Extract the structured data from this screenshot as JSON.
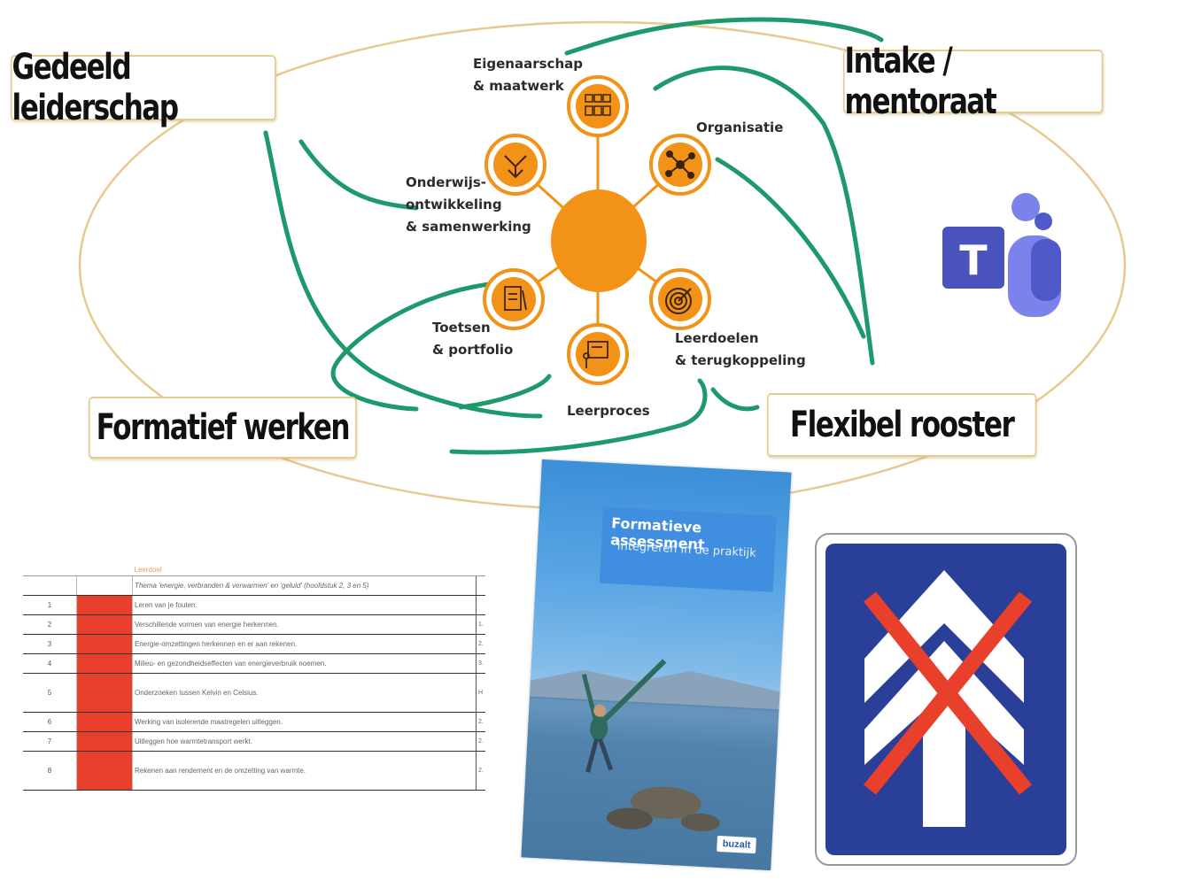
{
  "frame_labels": {
    "top_left": "Gedeeld leiderschap",
    "top_right": "Intake / mentoraat",
    "bottom_left": "Formatief werken",
    "bottom_right": "Flexibel rooster"
  },
  "hub": {
    "color": "#f29216",
    "spokes": [
      {
        "label": "Eigenaarschap\n& maatwerk",
        "icon": "people-grid-icon"
      },
      {
        "label": "Organisatie",
        "icon": "network-icon"
      },
      {
        "label": "Leerdoelen\n& terugkoppeling",
        "icon": "target-icon"
      },
      {
        "label": "Leerproces",
        "icon": "presentation-icon"
      },
      {
        "label": "Toetsen\n& portfolio",
        "icon": "document-icon"
      },
      {
        "label": "Onderwijs-\nontwikkeling\n& samenwerking",
        "icon": "handshake-icon"
      }
    ]
  },
  "teams_logo": {
    "letter": "T",
    "color": "#4b53bc"
  },
  "table": {
    "header_cell": "Leerdoel",
    "theme_row": "Thema 'energie, verbranden & verwarmen' en 'geluid' (hoofdstuk 2, 3 en 5)",
    "rows": [
      {
        "num": "1",
        "text": "Leren van je fouten.",
        "flag": true,
        "right": ""
      },
      {
        "num": "2",
        "text": "Verschillende vormen van energie herkennen.",
        "flag": true,
        "right": "1."
      },
      {
        "num": "3",
        "text": "Energie-omzettingen herkennen en er aan rekenen.",
        "flag": true,
        "right": "2."
      },
      {
        "num": "4",
        "text": "Milieu- en gezondheidseffecten van energieverbruik noemen.",
        "flag": true,
        "right": "3."
      },
      {
        "num": "5",
        "text": "Onderzoeken tussen Kelvin en Celsius.",
        "flag": true,
        "right": "H"
      },
      {
        "num": "6",
        "text": "Werking van isolerende maatregelen uitleggen.",
        "flag": true,
        "right": "2."
      },
      {
        "num": "7",
        "text": "Uitleggen hoe warmtetransport werkt.",
        "flag": true,
        "right": "2."
      },
      {
        "num": "8",
        "text": "Rekenen aan rendement en de omzetting van warmte.",
        "flag": true,
        "right": "2."
      }
    ]
  },
  "book": {
    "title": "Formatieve assessment",
    "subtitle": "integreren in de praktijk",
    "publisher": "buzalt"
  },
  "road_sign": {
    "background": "#2a3f97",
    "cross_color": "#e8402a"
  }
}
